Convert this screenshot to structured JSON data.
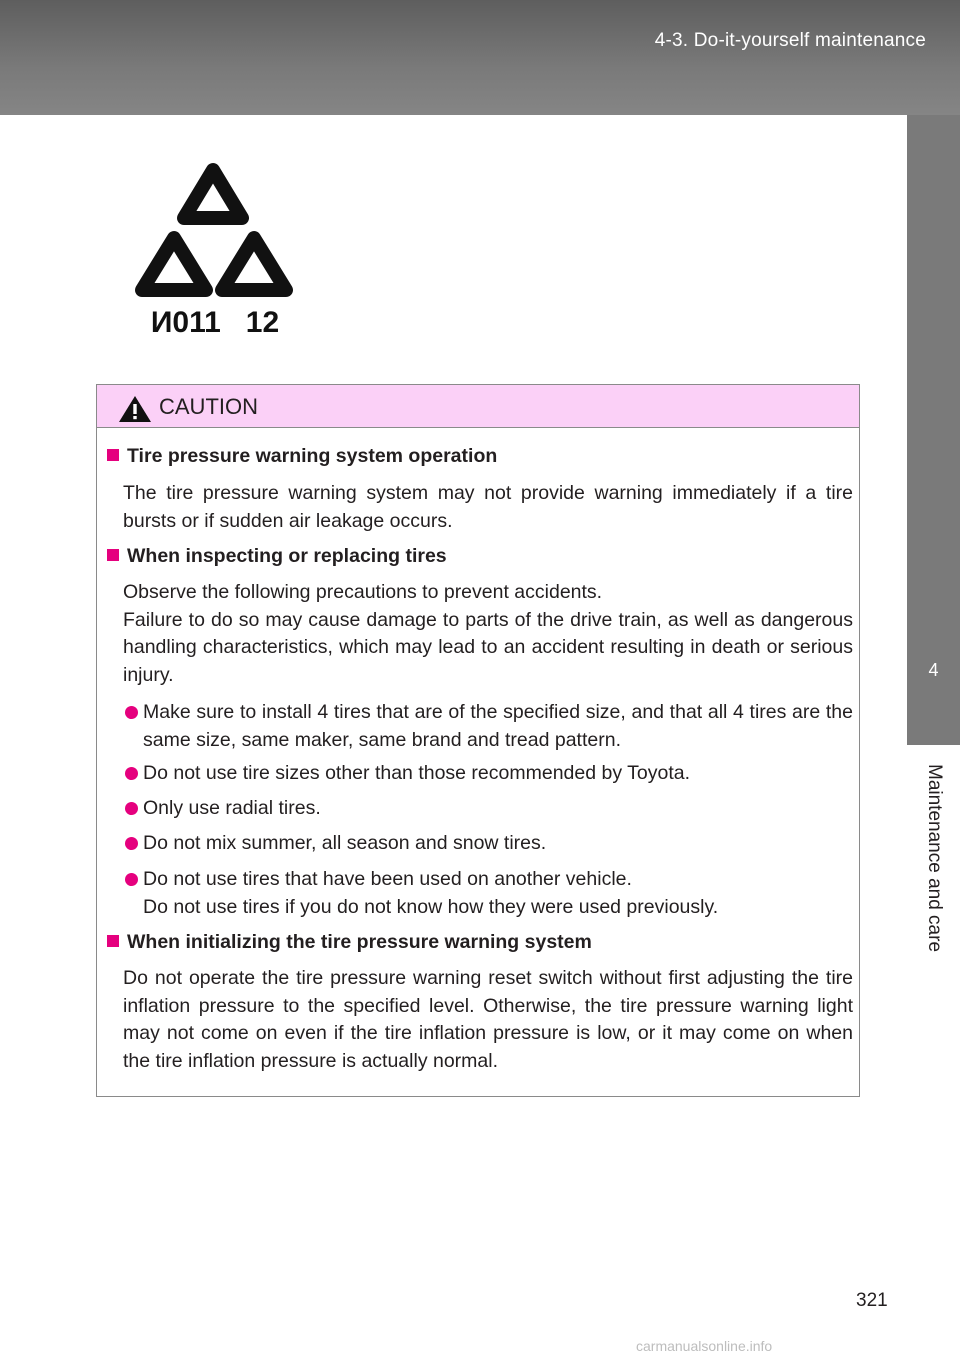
{
  "header": {
    "section_title": "4-3. Do-it-yourself maintenance"
  },
  "side_tab": {
    "number": "4",
    "label": "Maintenance and care"
  },
  "tire_mark": {
    "code": "И011   12"
  },
  "caution": {
    "title": "CAUTION",
    "sections": [
      {
        "heading": "Tire pressure warning system operation",
        "paragraphs": [
          "The tire pressure warning system may not provide warning immediately if a tire bursts or if sudden air leakage occurs."
        ]
      },
      {
        "heading": "When inspecting or replacing tires",
        "paragraphs": [
          "Observe the following precautions to prevent accidents.\nFailure to do so may cause damage to parts of the drive train, as well as dangerous handling characteristics, which may lead to an accident resulting in death or serious injury."
        ],
        "bullets": [
          "Make sure to install 4 tires that are of the specified size, and that all 4 tires are the same size, same maker, same brand and tread pattern.",
          "Do not use tire sizes other than those recommended by Toyota.",
          "Only use radial tires.",
          "Do not mix summer, all season and snow tires.",
          "Do not use tires that have been used on another vehicle.\nDo not use tires if you do not know how they were used previously."
        ]
      },
      {
        "heading": "When initializing the tire pressure warning system",
        "paragraphs": [
          "Do not operate the tire pressure warning reset switch without first adjusting the tire inflation pressure to the specified level. Otherwise, the tire pressure warning light may not come on even if the tire inflation pressure is low, or it may come on when the tire inflation pressure is actually normal."
        ]
      }
    ]
  },
  "page_number": "321",
  "watermark": "carmanualsonline.info"
}
